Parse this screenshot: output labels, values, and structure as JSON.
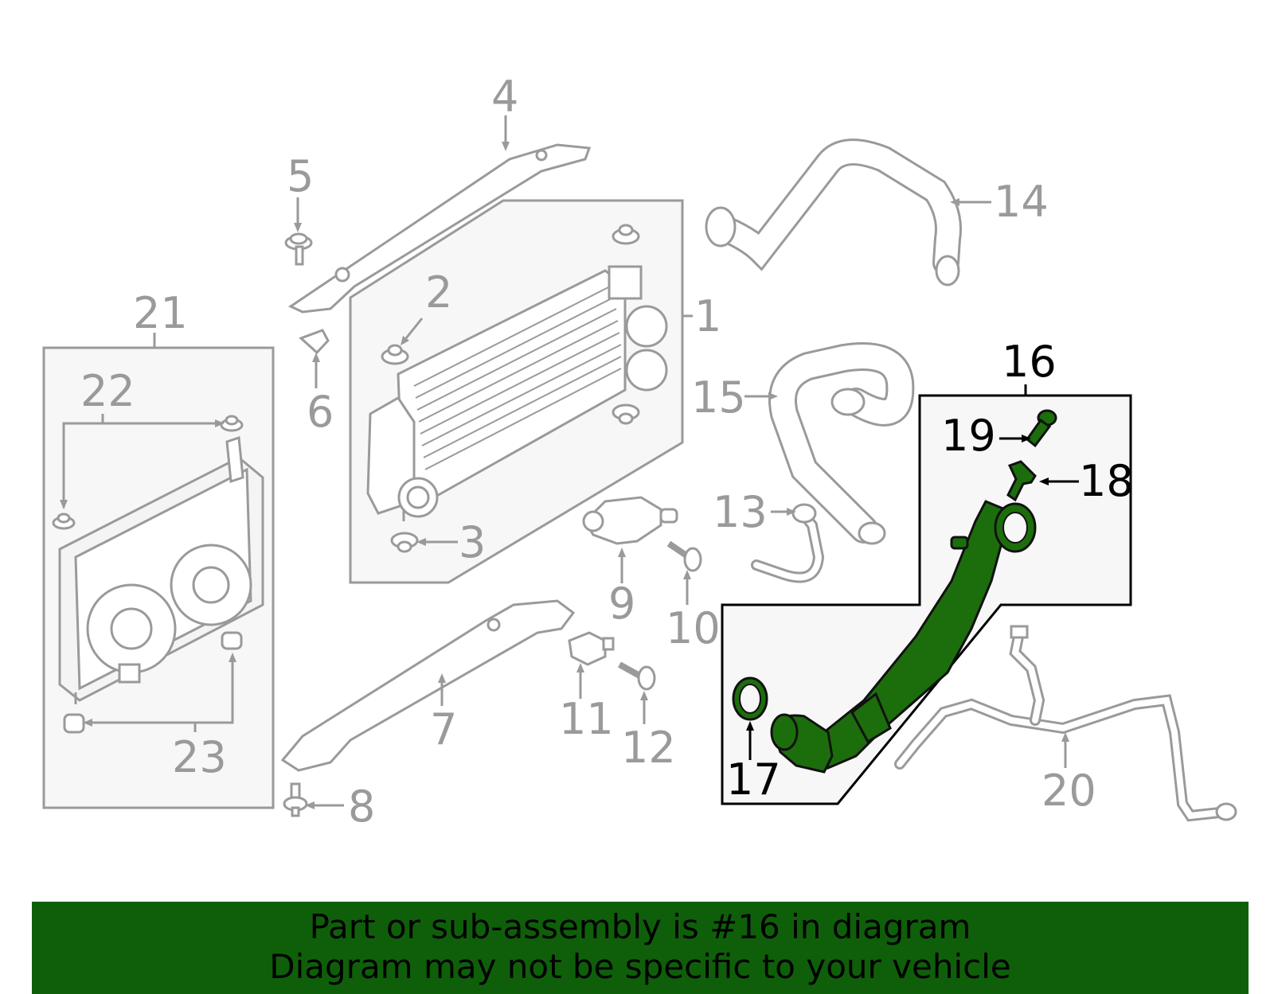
{
  "callouts": {
    "c1": "1",
    "c2": "2",
    "c3": "3",
    "c4": "4",
    "c5": "5",
    "c6": "6",
    "c7": "7",
    "c8": "8",
    "c9": "9",
    "c10": "10",
    "c11": "11",
    "c12": "12",
    "c13": "13",
    "c14": "14",
    "c15": "15",
    "c16": "16",
    "c17": "17",
    "c18": "18",
    "c19": "19",
    "c20": "20",
    "c21": "21",
    "c22": "22",
    "c23": "23"
  },
  "highlight_part": "16",
  "colors": {
    "highlight": "#1c6e0c",
    "banner": "#0f5f0a",
    "gray_line": "#9a9a9a",
    "box_fill": "#f7f7f7"
  },
  "banner": {
    "line1": "Part or sub-assembly is #16 in diagram",
    "line2": "Diagram may not be specific to your vehicle"
  }
}
